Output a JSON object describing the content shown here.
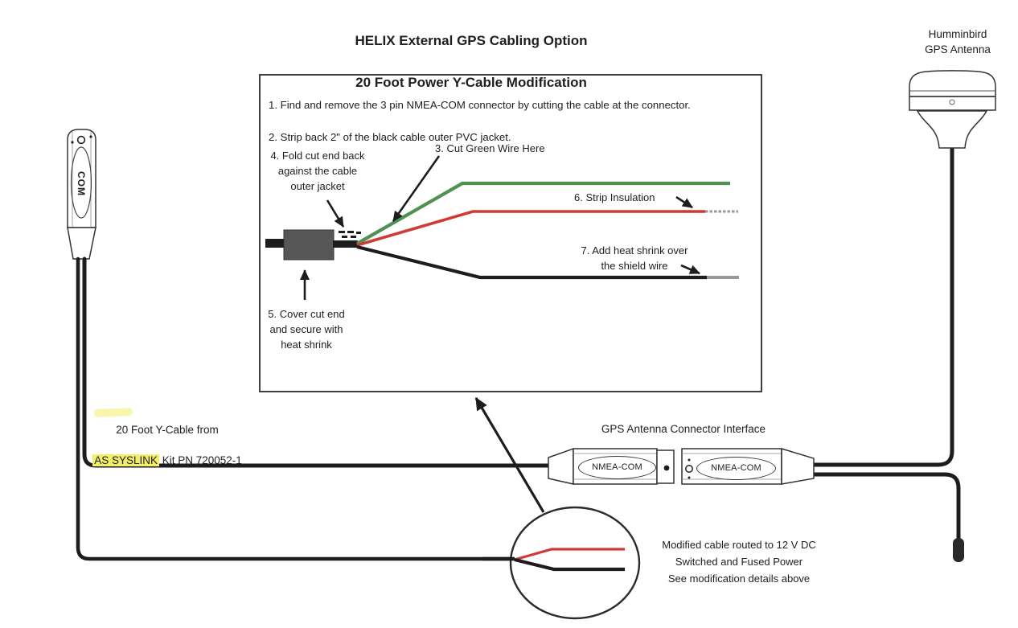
{
  "colors": {
    "wire_green": "#4e9150",
    "wire_red": "#d03a35",
    "wire_stripped_gray": "#989898",
    "heat_shrink_gray": "#575757",
    "highlight_yellow": "#f1ee68",
    "ink": "#1e1e1e"
  },
  "title": {
    "line1": "HELIX External GPS Cabling Option",
    "line2": "20 Foot Power Y-Cable Modification"
  },
  "antenna": {
    "label": "Humminbird\nGPS Antenna"
  },
  "com_connector": {
    "label": "COM"
  },
  "instructions": {
    "step1": "1. Find and remove the 3 pin NMEA-COM connector by cutting the cable at the connector.",
    "step2": "2. Strip back 2\" of the black cable outer PVC jacket.",
    "step3": "3. Cut Green Wire Here",
    "step4": "4. Fold cut end back\nagainst the cable\nouter jacket",
    "step5": "5. Cover cut end\nand secure with\nheat shrink",
    "step6": "6. Strip Insulation",
    "step7": "7. Add heat shrink over\nthe shield wire"
  },
  "ycable_label": {
    "line1": "20 Foot Y-Cable from",
    "highlighted": "AS SYSLINK",
    "rest": " Kit PN 720052-1"
  },
  "interface": {
    "label": "GPS Antenna Connector Interface",
    "connectors": [
      {
        "label": "NMEA-COM"
      },
      {
        "label": "NMEA-COM"
      }
    ]
  },
  "power_note": "Modified cable routed to 12 V DC\nSwitched and Fused Power\nSee modification details above"
}
